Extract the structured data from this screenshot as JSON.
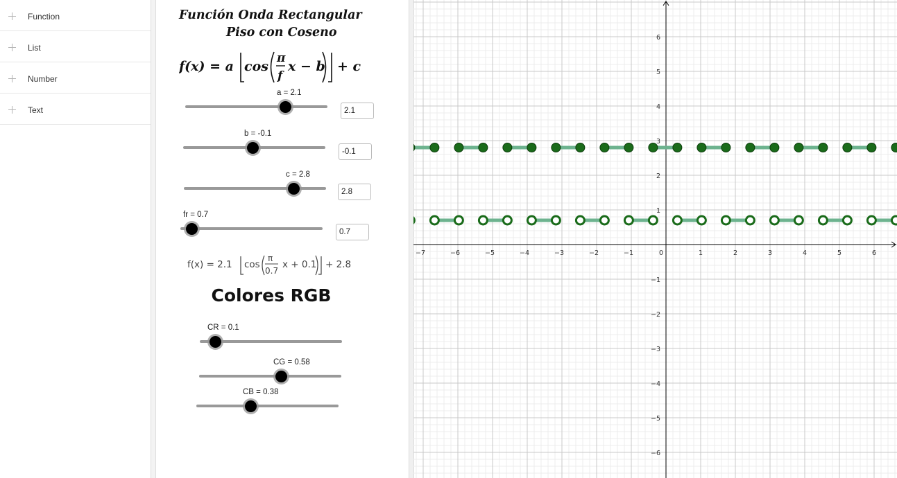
{
  "algebra": {
    "items": [
      {
        "label": "Function"
      },
      {
        "label": "List"
      },
      {
        "label": "Number"
      },
      {
        "label": "Text"
      }
    ]
  },
  "controls": {
    "title_line1": "Función Onda Rectangular",
    "title_line2": "Piso con Coseno",
    "formula": "f(x) = a⌊cos(π/f x − b)⌋ + c",
    "sliders": [
      {
        "label": "a = 2.1",
        "input": "2.1",
        "value": 2.1,
        "fraction": 0.7
      },
      {
        "label": "b = -0.1",
        "input": "-0.1",
        "value": -0.1,
        "fraction": 0.49
      },
      {
        "label": "c = 2.8",
        "input": "2.8",
        "value": 2.8,
        "fraction": 0.78
      },
      {
        "label": "fr = 0.7",
        "input": "0.7",
        "value": 0.7,
        "fraction": 0.03
      }
    ],
    "fx_display": "f(x) = 2.1 ⌊cos(π/0.7 x + 0.1)⌋ + 2.8",
    "rgb_title": "Colores RGB",
    "rgb_sliders": [
      {
        "label": "CR = 0.1",
        "value": 0.1,
        "fraction": 0.1
      },
      {
        "label": "CG = 0.58",
        "value": 0.58,
        "fraction": 0.58
      },
      {
        "label": "CB = 0.38",
        "value": 0.38,
        "fraction": 0.38
      }
    ]
  },
  "graph": {
    "x_range": [
      -7.3,
      6.6
    ],
    "y_range": [
      -6.7,
      7.0
    ],
    "x_ticks": [
      "−7",
      "−6",
      "−5",
      "−4",
      "−3",
      "−2",
      "−1",
      "0",
      "1",
      "2",
      "3",
      "4",
      "5",
      "6"
    ],
    "y_ticks": [
      "6",
      "5",
      "4",
      "3",
      "2",
      "1",
      "−1",
      "−2",
      "−3",
      "−4",
      "−5",
      "−6"
    ],
    "function": {
      "a": 2.1,
      "b": -0.1,
      "c": 2.8,
      "fr": 0.7
    },
    "upper_level": 2.8,
    "lower_level": 0.7,
    "line_color": "#6db38f",
    "point_color": "#1a6b1a",
    "grid_major_color": "#c8c8c8",
    "grid_minor_color": "#ececec"
  },
  "colors": {
    "knob": "#000000",
    "track": "#999999"
  }
}
